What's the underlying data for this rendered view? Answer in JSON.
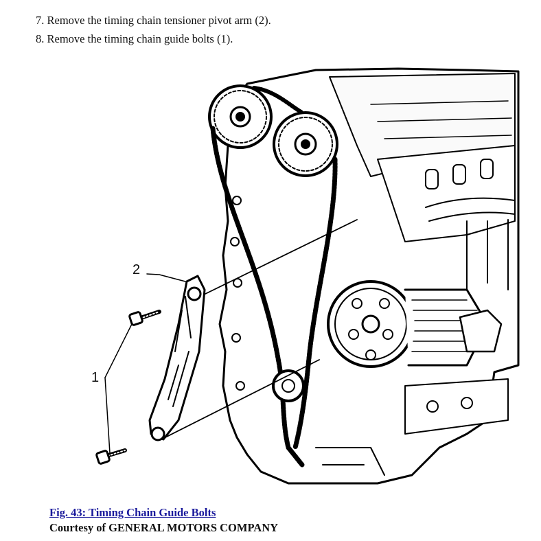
{
  "steps": [
    {
      "text": "7. Remove the timing chain tensioner pivot arm (2)."
    },
    {
      "text": "8. Remove the timing chain guide bolts (1)."
    }
  ],
  "figure": {
    "callouts": [
      "1",
      "2"
    ],
    "illustration_icon": "engine-timing-chain-line-art"
  },
  "caption": {
    "link_text": "Fig. 43: Timing Chain Guide Bolts",
    "courtesy": "Courtesy of GENERAL MOTORS COMPANY"
  },
  "colors": {
    "link": "#1a1a9c",
    "text": "#111111",
    "line_art": "#000000"
  }
}
